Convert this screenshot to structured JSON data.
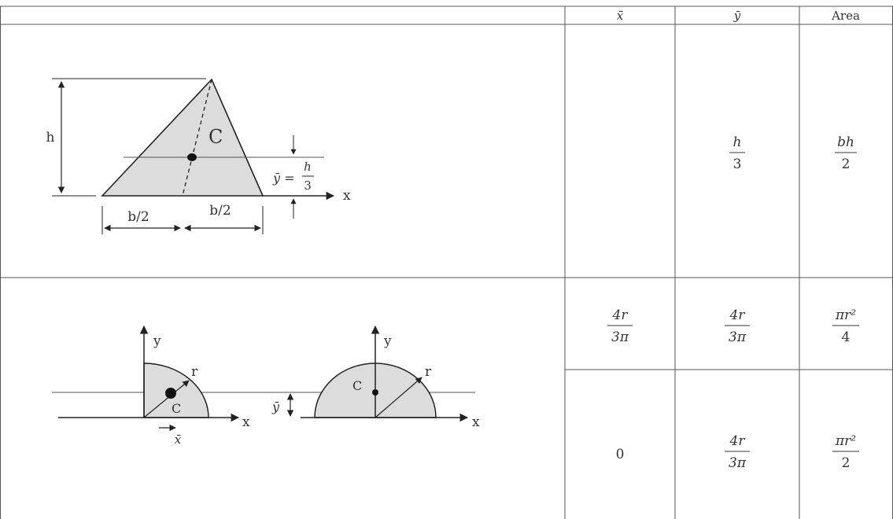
{
  "table": {
    "headers": {
      "shape": "",
      "xbar": "x̄",
      "ybar": "ȳ",
      "area": "Area"
    },
    "rows": [
      {
        "name": "triangle",
        "xbar": "",
        "ybar": {
          "num": "h",
          "den": "3"
        },
        "area": {
          "num": "bh",
          "den": "2"
        }
      },
      {
        "name": "quarter-circle",
        "xbar": {
          "num": "4r",
          "den": "3π"
        },
        "ybar": {
          "num": "4r",
          "den": "3π"
        },
        "area": {
          "num": "πr²",
          "den": "4"
        }
      },
      {
        "name": "semicircle",
        "xbar": "0",
        "ybar": {
          "num": "4r",
          "den": "3π"
        },
        "area": {
          "num": "πr²",
          "den": "2"
        }
      }
    ]
  },
  "triangle_figure": {
    "height_label": "h",
    "centroid_label": "C",
    "ybar_label": "ȳ =",
    "ybar_frac": {
      "num": "h",
      "den": "3"
    },
    "axis_label": "x",
    "half_base_left": "b/2",
    "half_base_right": "b/2"
  },
  "quarter_figure": {
    "y_axis": "y",
    "x_axis": "x",
    "radius": "r",
    "centroid": "C",
    "xbar_label": "x̄"
  },
  "semi_figure": {
    "y_axis": "y",
    "x_axis": "x",
    "radius": "r",
    "centroid": "C",
    "ybar_label": "ȳ"
  },
  "colors": {
    "shape_fill": "#dcdcdc",
    "line": "#222222",
    "grid": "#555555"
  }
}
